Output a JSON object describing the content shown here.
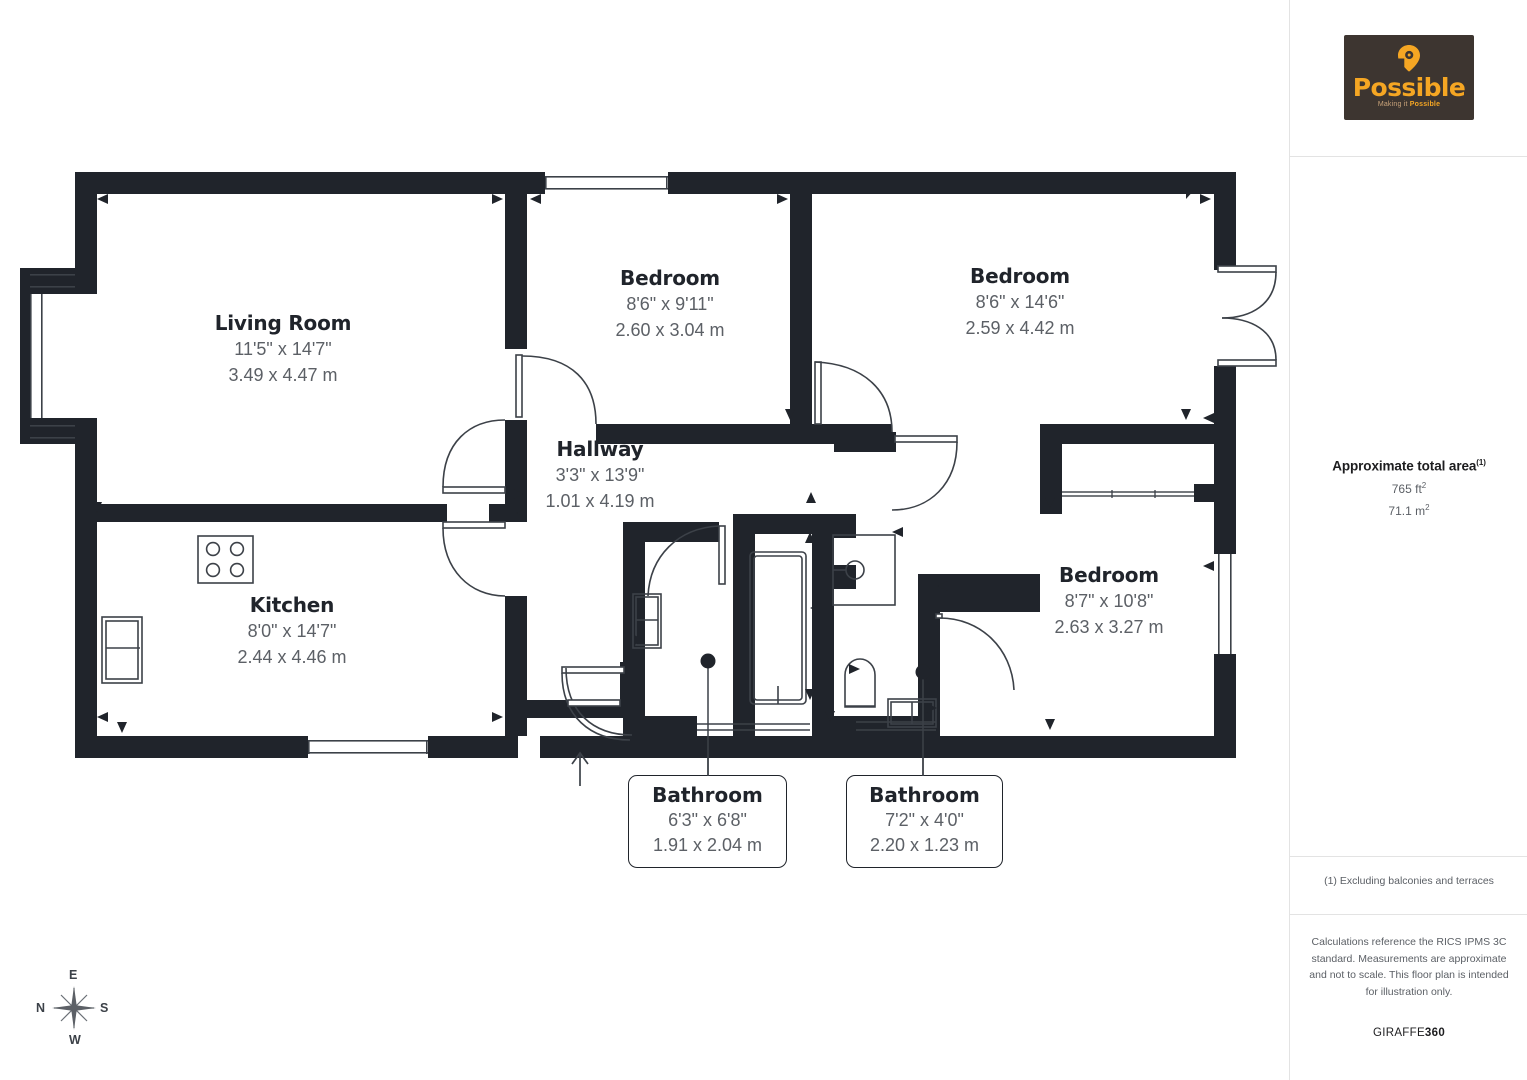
{
  "brand": {
    "logo_word": "Possible",
    "logo_tagline_pre": "Making it ",
    "logo_tagline_bold": "Possible",
    "logo_bg": "#3d3530",
    "logo_accent": "#f5a623"
  },
  "sidebar": {
    "area_title": "Approximate total area",
    "area_title_sup": "(1)",
    "area_sqft": "765 ft",
    "area_sqft_sup": "2",
    "area_sqm": "71.1 m",
    "area_sqm_sup": "2",
    "footnote": "(1) Excluding balconies and terraces",
    "disclaimer": "Calculations reference the RICS IPMS 3C standard. Measurements are approximate and not to scale. This floor plan is intended for illustration only.",
    "provider_prefix": "GIRAFFE",
    "provider_suffix": "360"
  },
  "compass": {
    "top": "E",
    "left": "N",
    "right": "S",
    "bottom": "W"
  },
  "rooms": [
    {
      "id": "living-room",
      "name": "Living Room",
      "imperial": "11'5\" x 14'7\"",
      "metric": "3.49 x 4.47 m"
    },
    {
      "id": "bedroom-middle",
      "name": "Bedroom",
      "imperial": "8'6\" x 9'11\"",
      "metric": "2.60 x 3.04 m"
    },
    {
      "id": "bedroom-top-right",
      "name": "Bedroom",
      "imperial": "8'6\" x 14'6\"",
      "metric": "2.59 x 4.42 m"
    },
    {
      "id": "bedroom-right",
      "name": "Bedroom",
      "imperial": "8'7\" x 10'8\"",
      "metric": "2.63 x 3.27 m"
    },
    {
      "id": "hallway",
      "name": "Hallway",
      "imperial": "3'3\" x 13'9\"",
      "metric": "1.01 x 4.19 m"
    },
    {
      "id": "kitchen",
      "name": "Kitchen",
      "imperial": "8'0\" x 14'7\"",
      "metric": "2.44 x 4.46 m"
    },
    {
      "id": "bathroom-left",
      "name": "Bathroom",
      "imperial": "6'3\" x 6'8\"",
      "metric": "1.91 x 2.04 m"
    },
    {
      "id": "bathroom-right",
      "name": "Bathroom",
      "imperial": "7'2\" x 4'0\"",
      "metric": "2.20 x 1.23 m"
    }
  ],
  "colors": {
    "wall": "#20242b",
    "line": "#3c4148",
    "text_dark": "#20242b",
    "text_grey": "#5c6066",
    "panel_border": "#e3e3e3"
  }
}
